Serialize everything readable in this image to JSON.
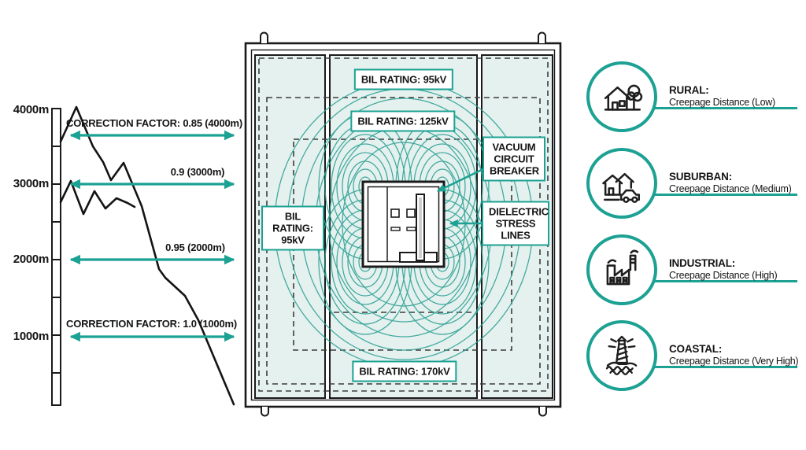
{
  "figure": {
    "description": "Altitude correction factors, switchgear BIL ratings with dielectric stress lines, and environment creepage distances"
  },
  "colors": {
    "accent_teal": "#1ca193",
    "field_line_teal": "#2fa195",
    "panel_mint": "#e4f1ee",
    "ink": "#1a1a1a"
  },
  "altitude_chart": {
    "axis_labels": [
      "4000m",
      "3000m",
      "2000m",
      "1000m"
    ],
    "correction_labels": [
      "CORRECTION FACTOR: 0.85 (4000m)",
      "0.9 (3000m)",
      "0.95 (2000m)",
      "CORRECTION FACTOR: 1.0 (1000m)"
    ]
  },
  "switchgear": {
    "bil_top": "BIL RATING: 95kV",
    "bil_mid": "BIL RATING: 125kV",
    "bil_left": "BIL RATING: 95kV",
    "bil_bottom": "BIL RATING: 170kV",
    "callout_vcb": "VACUUM CIRCUIT BREAKER",
    "callout_dsl": "DIELECTRIC STRESS LINES"
  },
  "environments": [
    {
      "title": "RURAL:",
      "subtitle": "Creepage Distance (Low)"
    },
    {
      "title": "SUBURBAN:",
      "subtitle": "Creepage Distance (Medium)"
    },
    {
      "title": "INDUSTRIAL:",
      "subtitle": "Creepage Distance (High)"
    },
    {
      "title": "COASTAL:",
      "subtitle": "Creepage Distance (Very High)"
    }
  ]
}
